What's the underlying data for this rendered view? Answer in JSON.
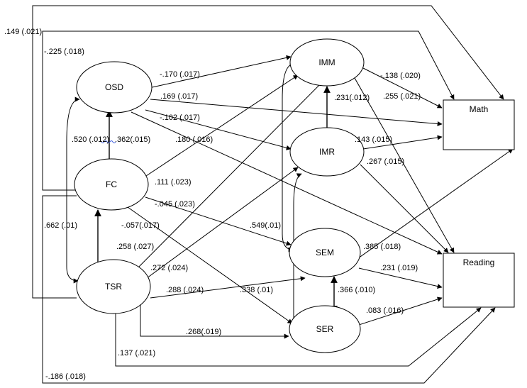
{
  "nodes": {
    "osd": "OSD",
    "fc": "FC",
    "tsr": "TSR",
    "imm": "IMM",
    "imr": "IMR",
    "sem": "SEM",
    "ser": "SER",
    "math": "Math",
    "reading": "Reading"
  },
  "labels": {
    "tsr_math": ".149 (.021)",
    "fc_math": "-.225 (.018)",
    "osd_imm": "-.170 (.017)",
    "osd_math": ".169 (.017)",
    "osd_imr": "-.102 (.017)",
    "osd_reading": ".180 (.016)",
    "osd_fc": ".520 (.012)",
    "osd_tsr": ".362(.015)",
    "imm_math": "-.138 (.020)",
    "imm_reading": ".255 (.021)",
    "imm_imr": ".231(.012)",
    "imr_math": ".143 (.015)",
    "imr_reading": ".267 (.015)",
    "fc_imm": ".111 (.023)",
    "fc_sem": "-.045 (.023)",
    "fc_ser": "-.057(.017)",
    "fc_tsr": ".662 (.01)",
    "tsr_imm": ".258 (.027)",
    "tsr_imr": ".272 (.024)",
    "tsr_sem": ".288 (.024)",
    "tsr_ser": ".268(.019)",
    "tsr_reading": ".137 (.021)",
    "fc_reading": "-.186 (.018)",
    "imm_sem": ".549(.01)",
    "imr_ser": ".338 (.01)",
    "sem_math": ".385 (.018)",
    "sem_reading": ".231 (.019)",
    "sem_ser": ".366 (.010)",
    "ser_reading": ".083 (.016)"
  }
}
